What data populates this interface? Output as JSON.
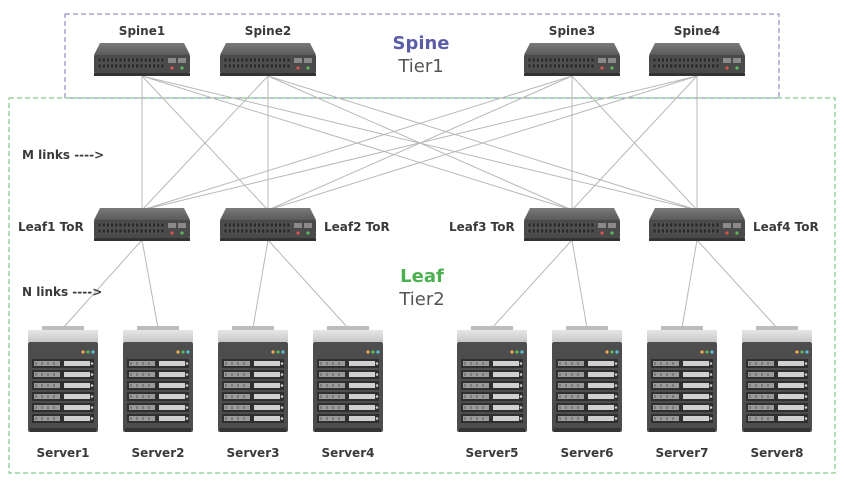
{
  "tiers": {
    "spine": {
      "name": "Spine",
      "sub": "Tier1"
    },
    "leaf": {
      "name": "Leaf",
      "sub": "Tier2"
    }
  },
  "annotations": {
    "m_links": "M links ---->",
    "n_links": "N links ---->"
  },
  "spines": [
    "Spine1",
    "Spine2",
    "Spine3",
    "Spine4"
  ],
  "leaves": [
    "Leaf1 ToR",
    "Leaf2 ToR",
    "Leaf3 ToR",
    "Leaf4 ToR"
  ],
  "servers": [
    "Server1",
    "Server2",
    "Server3",
    "Server4",
    "Server5",
    "Server6",
    "Server7",
    "Server8"
  ],
  "colors": {
    "spine_accent": "#5b5ea6",
    "leaf_accent": "#4caf50",
    "spine_box_border": "#7a7ab8",
    "leaf_box_border": "#6fbf6f",
    "link": "#b8b8b8",
    "switch_body": "#4a4a4a",
    "server_body": "#4d4d4d"
  }
}
